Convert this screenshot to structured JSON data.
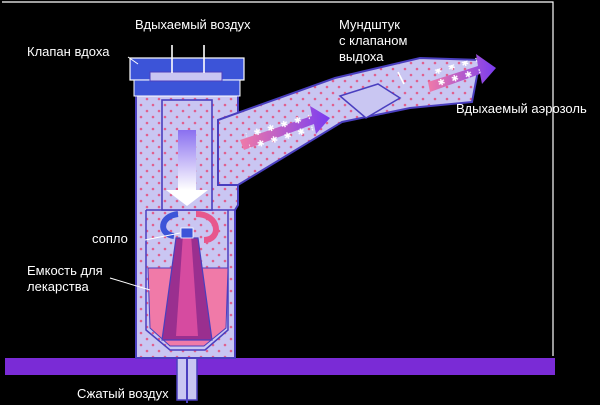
{
  "labels": {
    "inhaled_air": "Вдыхаемый воздух",
    "inhale_valve": "Клапан вдоха",
    "mouthpiece": "Мундштук\nс клапаном\nвыдоха",
    "inhaled_aerosol": "Вдыхаемый аэрозоль",
    "nozzle": "сопло",
    "medicine_reservoir": "Емкость для\nлекарства",
    "compressed_air": "Сжатый воздух"
  },
  "colors": {
    "background": "#000000",
    "base_plate": "#7a2bd6",
    "chamber_fill": "#c9c6f2",
    "outline": "#4a3fbf",
    "valve_blue": "#3c54d8",
    "aerosol_pink": "#e8578c",
    "arrow_purple": "#8a3cf0"
  }
}
